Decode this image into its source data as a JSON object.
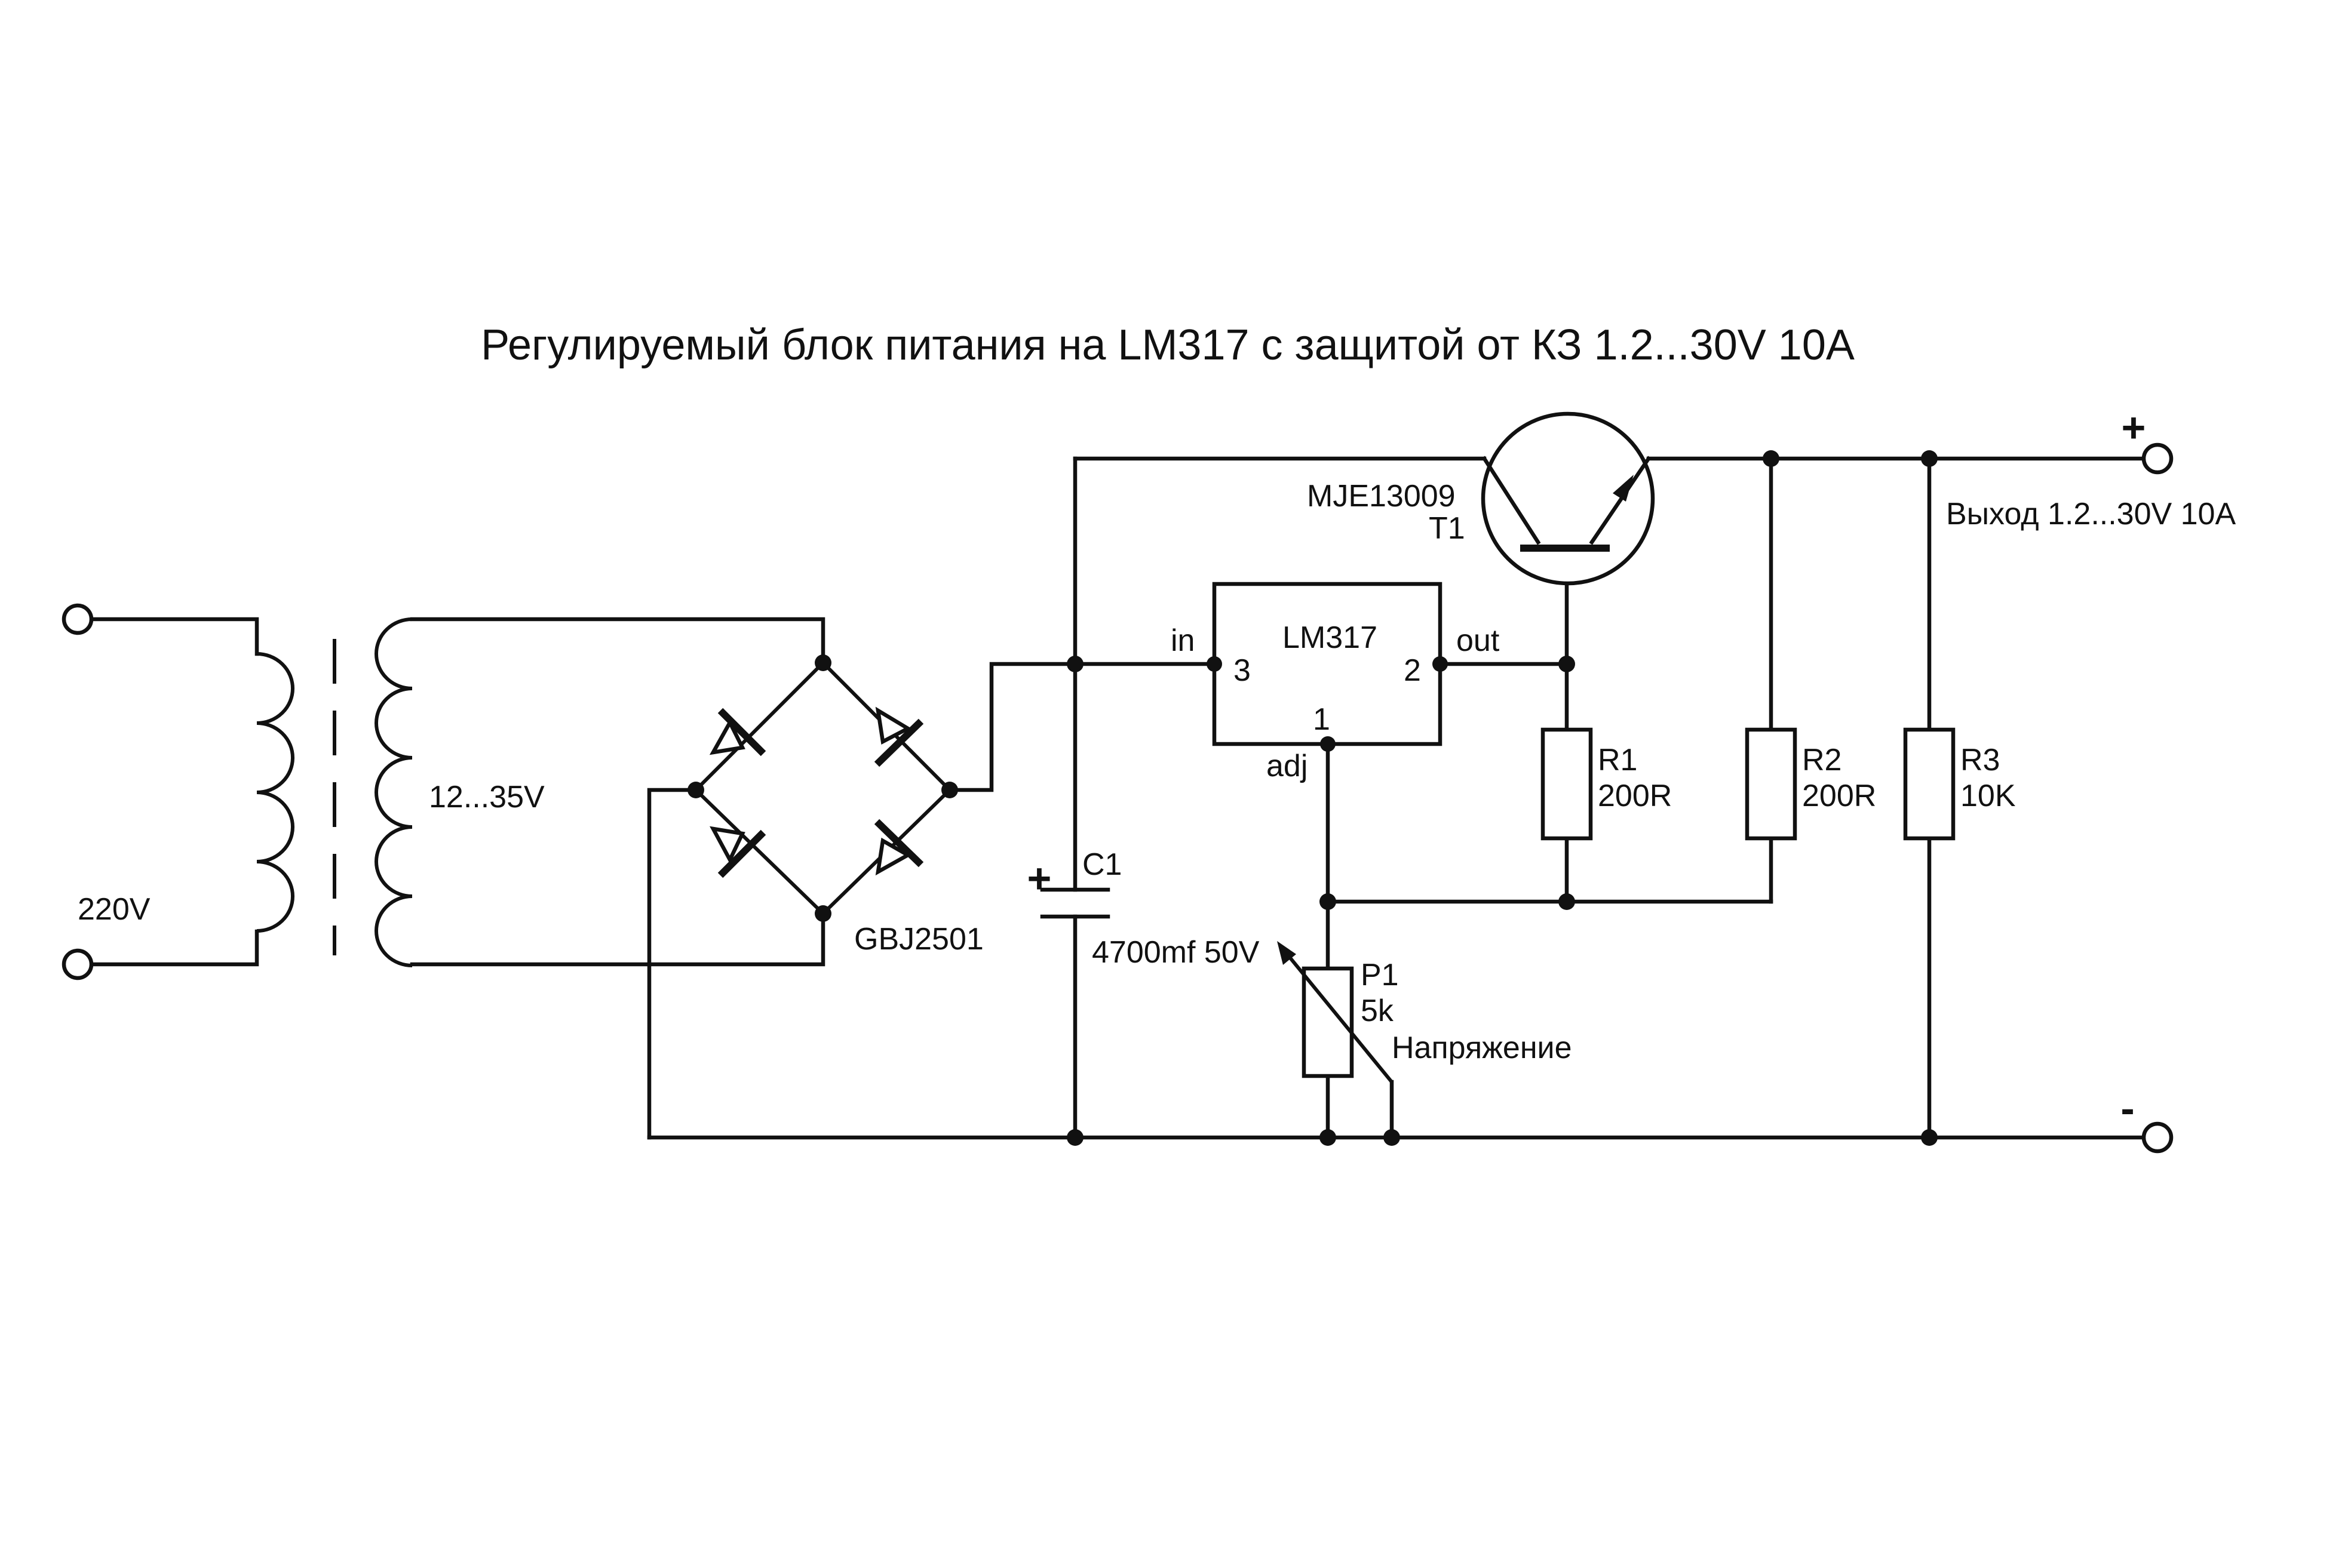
{
  "title": "Регулируемый блок питания на LM317 с защитой от КЗ 1.2...30V 10A",
  "input_voltage": "220V",
  "secondary_voltage": "12...35V",
  "bridge": "GBJ2501",
  "c1": {
    "ref": "C1",
    "value": "4700mf 50V",
    "polarity": "+"
  },
  "regulator": {
    "name": "LM317",
    "pin_in": "in",
    "pin_out": "out",
    "pin_adj": "adj",
    "pin3": "3",
    "pin2": "2",
    "pin1": "1"
  },
  "transistor": {
    "part": "MJE13009",
    "ref": "T1"
  },
  "r1": {
    "ref": "R1",
    "value": "200R"
  },
  "r2": {
    "ref": "R2",
    "value": "200R"
  },
  "r3": {
    "ref": "R3",
    "value": "10K"
  },
  "p1": {
    "ref": "P1",
    "value": "5k",
    "label": "Напряжение"
  },
  "output": {
    "label": "Выход 1.2...30V 10A",
    "plus": "+",
    "minus": "-"
  }
}
